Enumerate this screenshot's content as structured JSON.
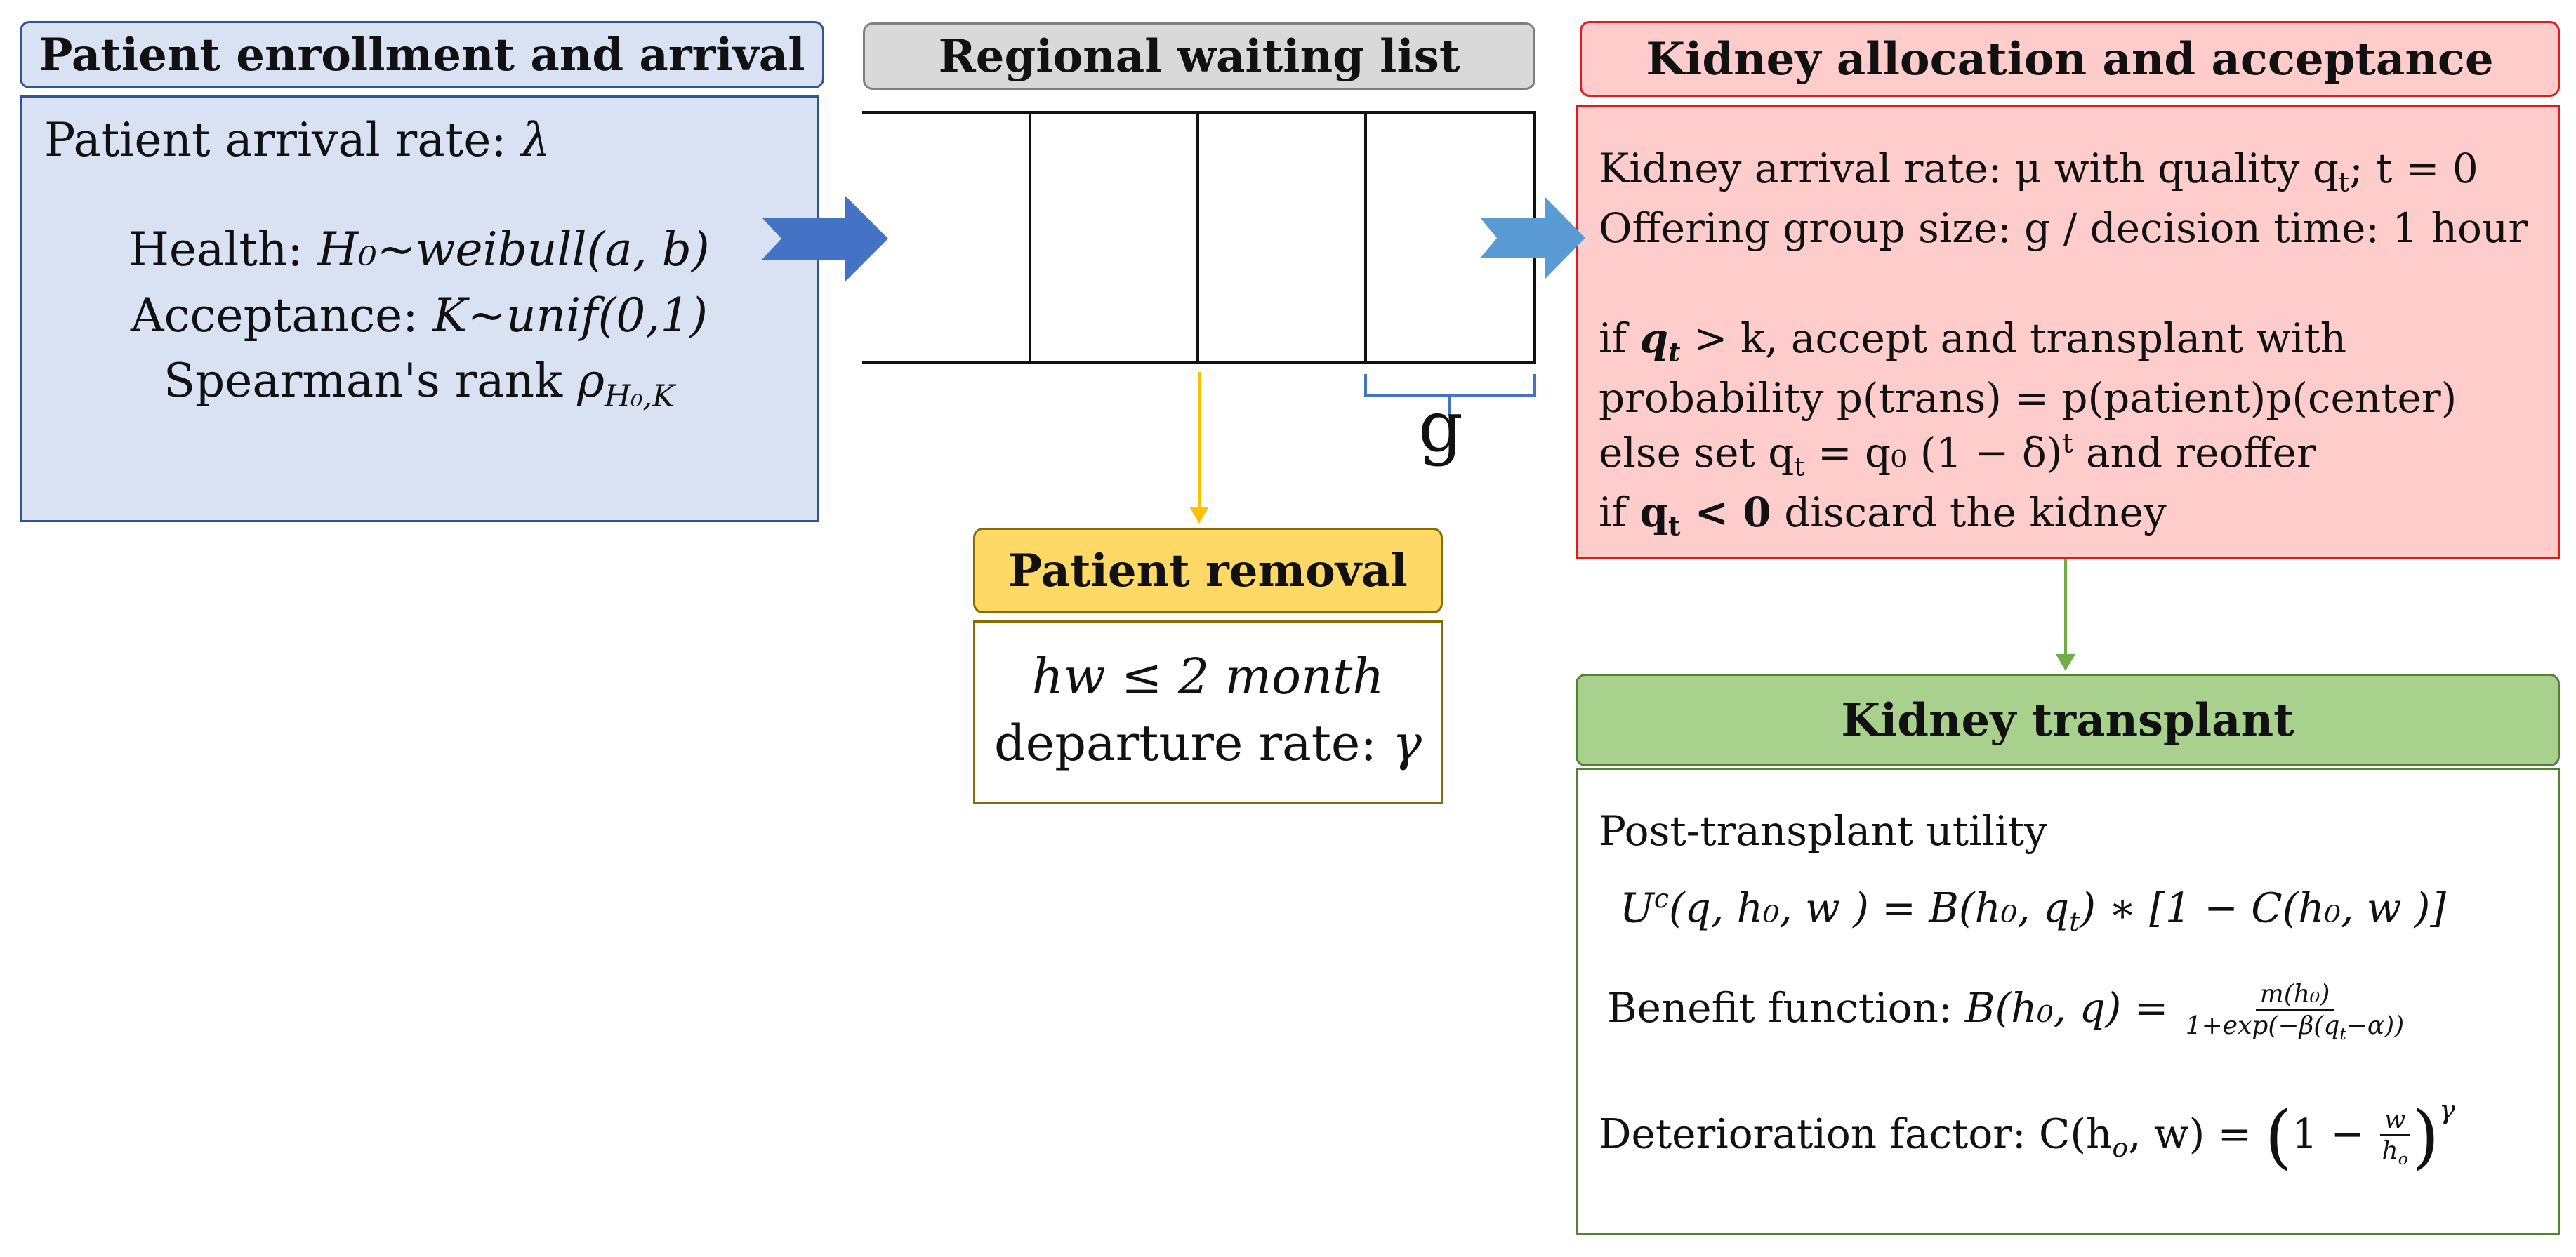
{
  "colors": {
    "blue_fill": "#d9e2f3",
    "blue_border": "#2f5597",
    "gray_fill": "#d9d9d9",
    "gray_border": "#7f7f7f",
    "red_fill": "#ffcccc",
    "red_border": "#e31a1c",
    "yellow_fill": "#ffd966",
    "yellow_border": "#8a6d00",
    "green_fill": "#a9d18e",
    "green_border": "#548235",
    "arrow_blue_dark": "#4472c4",
    "arrow_blue_light": "#5b9bd5",
    "arrow_yellow": "#ffc000",
    "arrow_green": "#70ad47"
  },
  "enrollment": {
    "title": "Patient enrollment and arrival",
    "arrival_label": "Patient arrival rate: ",
    "arrival_symbol": "λ",
    "health_label": "Health: ",
    "health_expr": "H₀~weibull(a, b)",
    "acceptance_label": "Acceptance: ",
    "acceptance_expr": "K~unif(0,1)",
    "spearman_label": "Spearman's rank  ",
    "spearman_expr": "ρ",
    "spearman_sub": "H₀,K"
  },
  "waiting_list": {
    "title": "Regional waiting list",
    "group_label": "g"
  },
  "removal": {
    "title": "Patient removal",
    "line1": "hw ≤ 2 month",
    "line2_label": "departure rate: ",
    "line2_symbol": "γ"
  },
  "allocation": {
    "title": "Kidney allocation and acceptance",
    "line1": "Kidney arrival rate: μ with quality q",
    "line1_tail": "; t = 0",
    "line2": "Offering group size: g / decision time: 1 hour",
    "line3_pre": "if  ",
    "line3_cond": "q",
    "line3_rest": " > k, accept and transplant with",
    "line4": "probability p(trans) = p(patient)p(center)",
    "line5_pre": "else set q",
    "line5_mid": " = q₀ (1 − δ)",
    "line5_sup": "t",
    "line5_tail": " and reoffer",
    "line6_pre": "if ",
    "line6_cond": "q",
    "line6_rest": " < 0",
    "line6_tail": " discard the kidney",
    "sub_t": "t"
  },
  "transplant": {
    "title": "Kidney transplant",
    "utility_label": "Post-transplant  utility",
    "utility_expr": "U",
    "utility_sup": "c",
    "utility_rest": "(q, h₀, w ) = B(h₀, q",
    "utility_rest2": ")  ∗  [1 − C(h₀, w )]",
    "benefit_label": "Benefit  function:  ",
    "benefit_lhs": "B(h₀, q) = ",
    "benefit_num": "m(h₀)",
    "benefit_den": "1+exp(−β(q",
    "benefit_den2": "−α))",
    "deterioration_label": "Deterioration factor:  ",
    "deterioration_lhs": "C(h",
    "deterioration_mid": ", w) = ",
    "deterioration_one": "1 − ",
    "deterioration_num": "w",
    "deterioration_den": "h",
    "deterioration_sup": "γ",
    "sub_o": "o",
    "sub_t": "t"
  }
}
